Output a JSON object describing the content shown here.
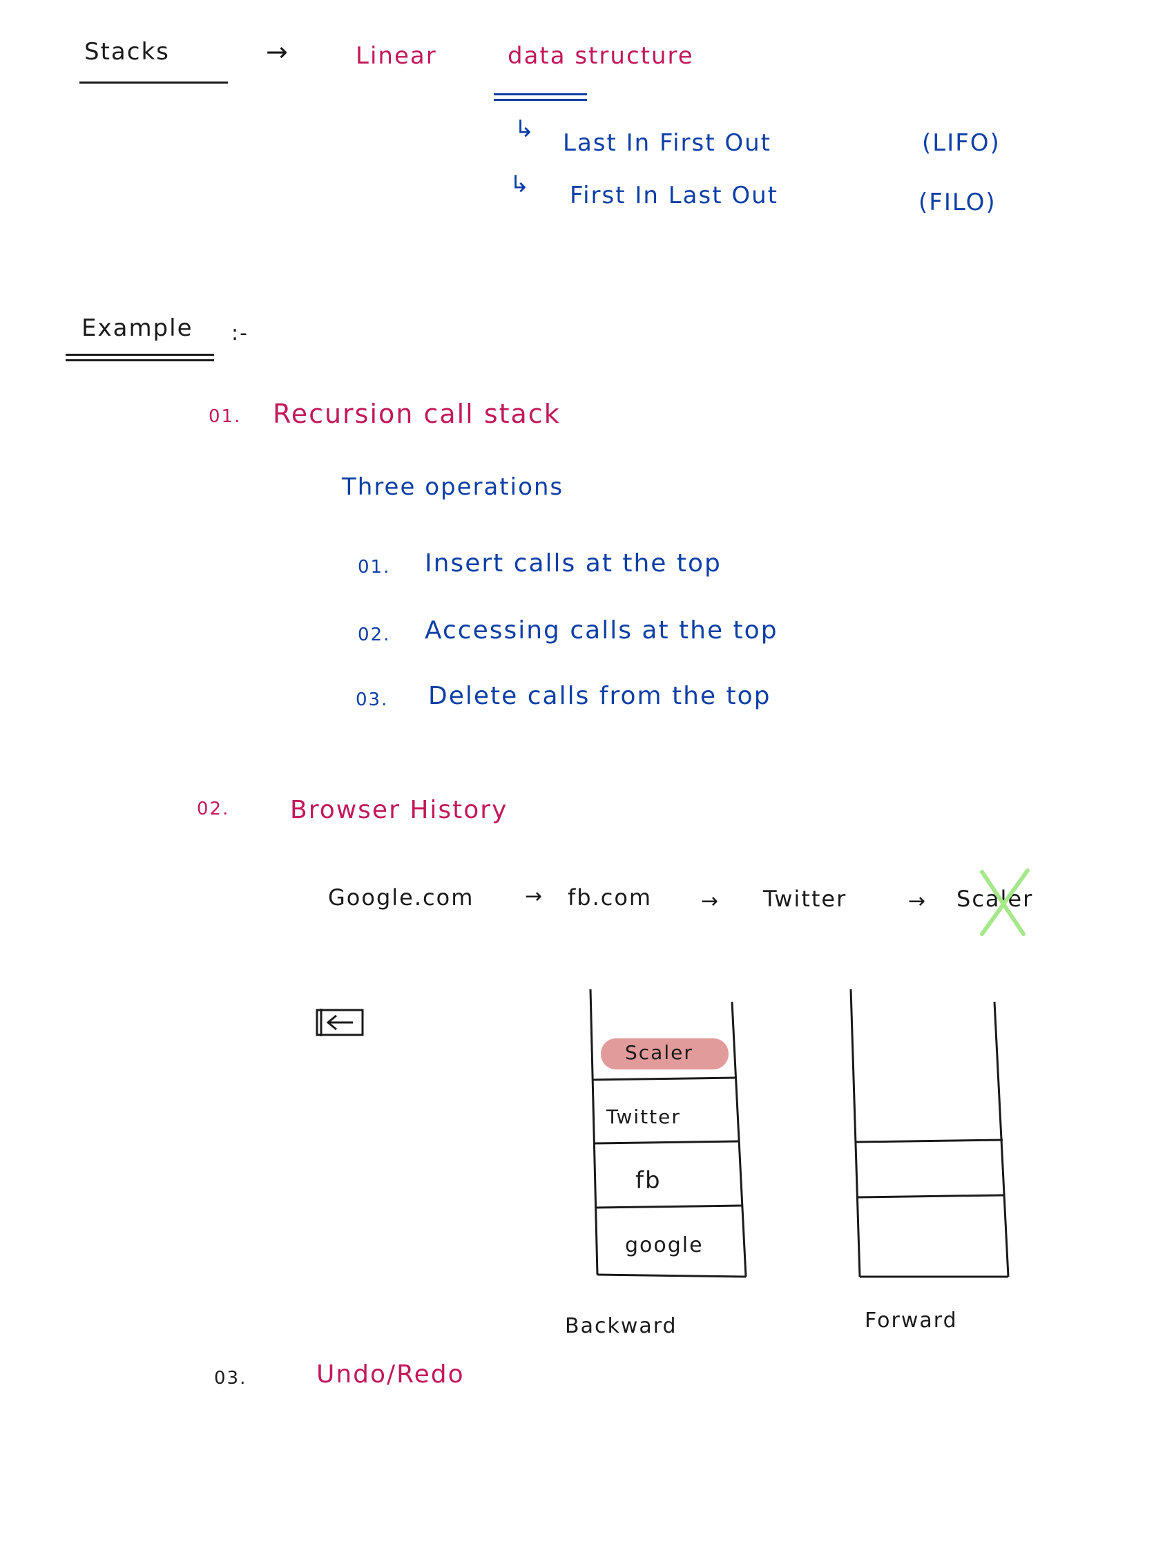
{
  "header": {
    "title": "Stacks",
    "arrow": "→",
    "definition_part1": "Linear",
    "definition_part2": "data structure",
    "lifo": "Last In First Out",
    "lifo_abbr": "(LIFO)",
    "filo": "First In Last Out",
    "filo_abbr": "(FILO)"
  },
  "example": {
    "heading": "Example",
    "heading_suffix": ":-"
  },
  "items": [
    {
      "num": "01.",
      "title": "Recursion call stack",
      "subheading": "Three operations",
      "operations": [
        {
          "num": "01.",
          "text": "Insert calls at the top"
        },
        {
          "num": "02.",
          "text": "Accessing calls at the top"
        },
        {
          "num": "03.",
          "text": "Delete calls from the top"
        }
      ]
    },
    {
      "num": "02.",
      "title": "Browser History",
      "flow": [
        "Google.com",
        "fb.com",
        "Twitter",
        "Scaler"
      ],
      "flow_arrow": "→",
      "back_icon": "back-arrow-icon",
      "backward_stack": {
        "label": "Backward",
        "items": [
          "Scaler",
          "Twitter",
          "fb",
          "google"
        ]
      },
      "forward_stack": {
        "label": "Forward"
      }
    },
    {
      "num": "03.",
      "title": "Undo/Redo"
    }
  ],
  "colors": {
    "ink": "#1a1a1a",
    "pink": "#c2185b",
    "blue": "#0d3fa6",
    "highlight": "#e29b9b",
    "cross": "#a5e88a"
  }
}
